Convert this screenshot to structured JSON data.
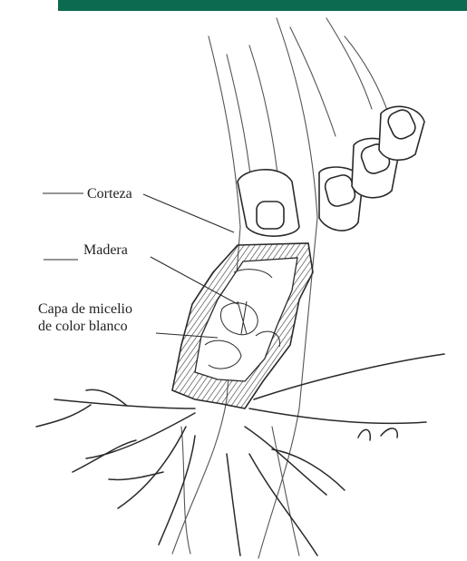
{
  "labels": {
    "bark": "Corteza",
    "wood": "Madera",
    "mycelium_line1": "Capa de micelio",
    "mycelium_line2": "de color blanco"
  },
  "colors": {
    "band": "#0b6a4f",
    "ink": "#2a2a2a"
  }
}
